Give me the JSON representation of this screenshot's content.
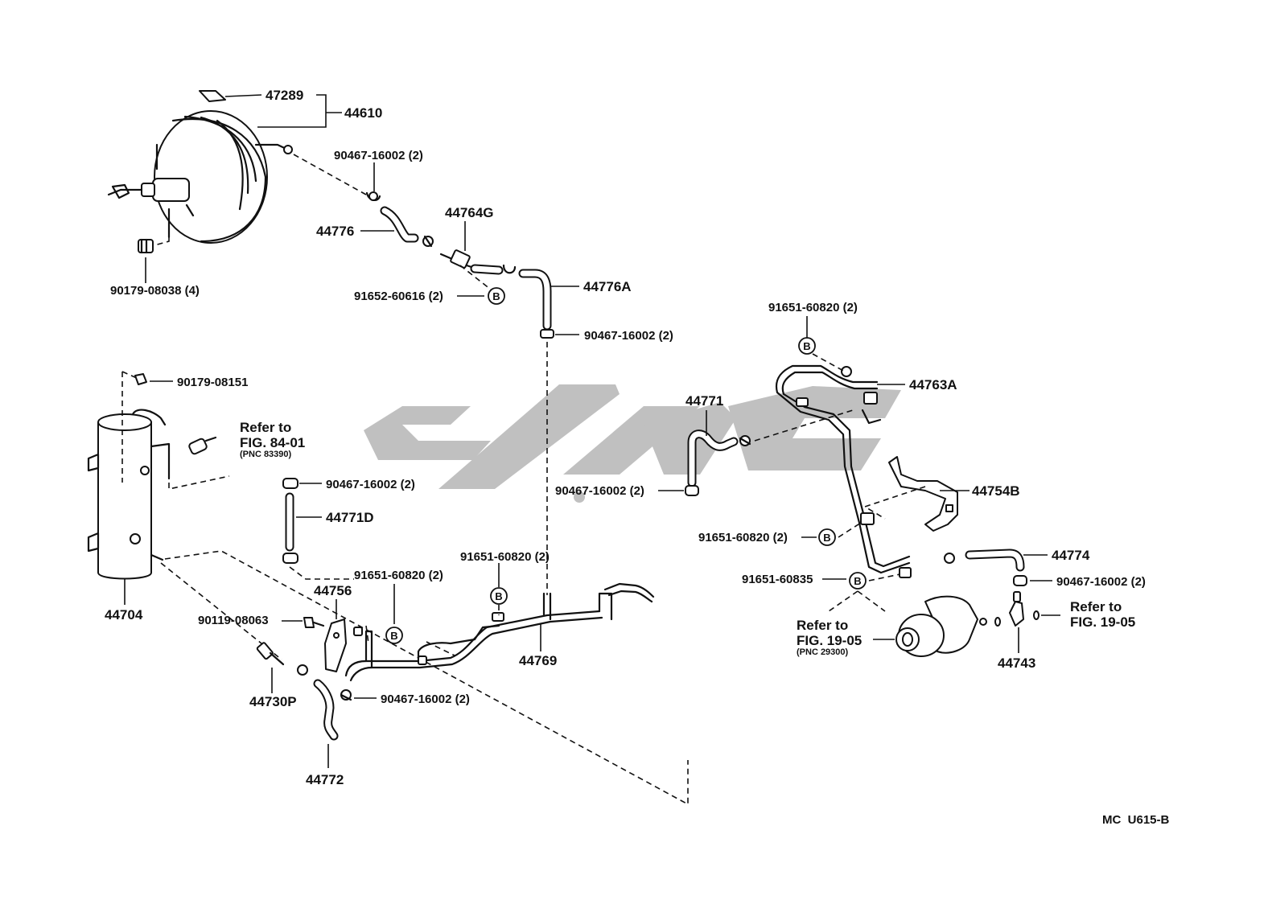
{
  "diagram_code": "MC  U615-B",
  "callout_marker": "B",
  "labels": {
    "p47289": "47289",
    "p44610": "44610",
    "p90467_a": "90467-16002 (2)",
    "p44776": "44776",
    "p44764G": "44764G",
    "p90179_08038": "90179-08038 (4)",
    "p91652": "91652-60616 (2)",
    "p44776A": "44776A",
    "p90467_b": "90467-16002 (2)",
    "p90179_08151": "90179-08151",
    "p90467_c": "90467-16002 (2)",
    "p44771D": "44771D",
    "p44704": "44704",
    "p44756": "44756",
    "p91651_a": "91651-60820 (2)",
    "p91651_b": "91651-60820 (2)",
    "p90119": "90119-08063",
    "p44730P": "44730P",
    "p90467_d": "90467-16002 (2)",
    "p44772": "44772",
    "p44769": "44769",
    "p90467_e": "90467-16002 (2)",
    "p44771": "44771",
    "p91651_c": "91651-60820 (2)",
    "p44763A": "44763A",
    "p44754B": "44754B",
    "p91651_d": "91651-60820 (2)",
    "p44774": "44774",
    "p91651_60835": "91651-60835",
    "p90467_f": "90467-16002 (2)",
    "p44743": "44743"
  },
  "refs": {
    "fig84": {
      "line1": "Refer to",
      "line2": "FIG. 84-01",
      "line3": "(PNC 83390)"
    },
    "fig19a": {
      "line1": "Refer to",
      "line2": "FIG. 19-05",
      "line3": "(PNC 29300)"
    },
    "fig19b": {
      "line1": "Refer to",
      "line2": "FIG. 19-05"
    }
  }
}
